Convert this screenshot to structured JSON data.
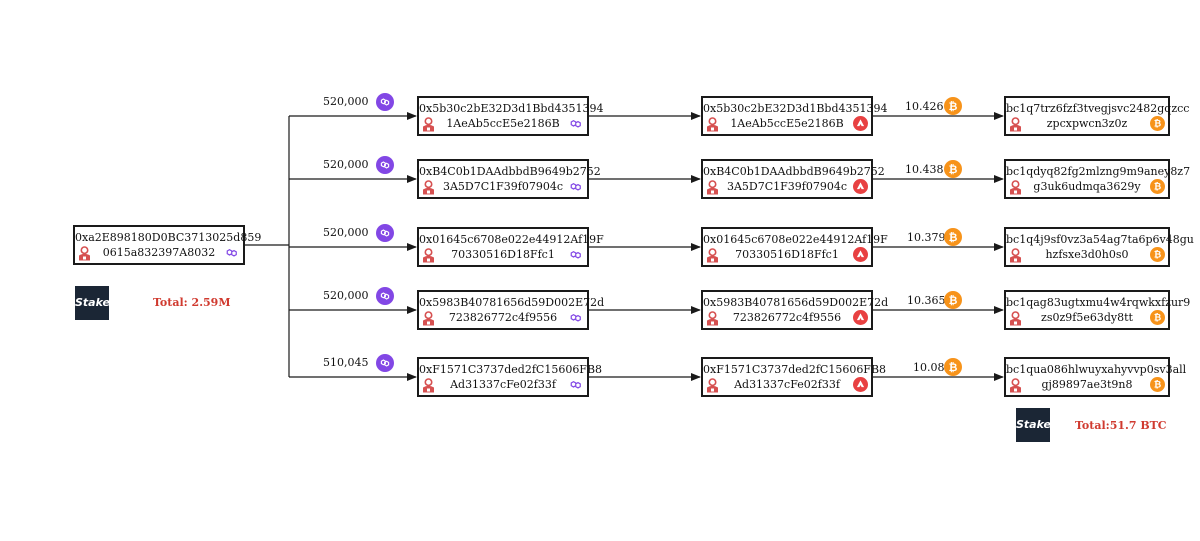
{
  "source": {
    "line1": "0xa2E898180D0BC3713025d859",
    "line2": "0615a832397A8032",
    "chain_icon": "polygon-icon",
    "flag_icon": "flagged-user-icon"
  },
  "source_total": "Total: 2.59M",
  "exchange_logo_text": "Stake",
  "btc_total": "Total:51.7 BTC",
  "branches": [
    {
      "amount_in": "520,000",
      "amount_in_icon": "polygon-icon",
      "poly_node": {
        "line1": "0x5b30c2bE32D3d1Bbd4351394",
        "line2": "1AeAb5ccE5e2186B"
      },
      "avax_node": {
        "line1": "0x5b30c2bE32D3d1Bbd4351394",
        "line2": "1AeAb5ccE5e2186B"
      },
      "amount_out": "10.426",
      "amount_out_icon": "bitcoin-icon",
      "btc_node": {
        "line1": "bc1q7trz6fzf3tvegjsvc2482gqzcc",
        "line2": "zpcxpwcn3z0z"
      }
    },
    {
      "amount_in": "520,000",
      "amount_in_icon": "polygon-icon",
      "poly_node": {
        "line1": "0xB4C0b1DAAdbbdB9649b2752",
        "line2": "3A5D7C1F39f07904c"
      },
      "avax_node": {
        "line1": "0xB4C0b1DAAdbbdB9649b2752",
        "line2": "3A5D7C1F39f07904c"
      },
      "amount_out": "10.438",
      "amount_out_icon": "bitcoin-icon",
      "btc_node": {
        "line1": "bc1qdyq82fg2mlzng9m9aney8z7",
        "line2": "g3uk6udmqa3629y"
      }
    },
    {
      "amount_in": "520,000",
      "amount_in_icon": "polygon-icon",
      "poly_node": {
        "line1": "0x01645c6708e022e44912Af19F",
        "line2": "70330516D18Ffc1"
      },
      "avax_node": {
        "line1": "0x01645c6708e022e44912Af19F",
        "line2": "70330516D18Ffc1"
      },
      "amount_out": "10.379",
      "amount_out_icon": "bitcoin-icon",
      "btc_node": {
        "line1": "bc1q4j9sf0vz3a54ag7ta6p6v48gu",
        "line2": "hzfsxe3d0h0s0"
      }
    },
    {
      "amount_in": "520,000",
      "amount_in_icon": "polygon-icon",
      "poly_node": {
        "line1": "0x5983B40781656d59D002E72d",
        "line2": "723826772c4f9556"
      },
      "avax_node": {
        "line1": "0x5983B40781656d59D002E72d",
        "line2": "723826772c4f9556"
      },
      "amount_out": "10.365",
      "amount_out_icon": "bitcoin-icon",
      "btc_node": {
        "line1": "bc1qag83ugtxmu4w4rqwkxfzur9",
        "line2": "zs0z9f5e63dy8tt"
      }
    },
    {
      "amount_in": "510,045",
      "amount_in_icon": "polygon-icon",
      "poly_node": {
        "line1": "0xF1571C3737ded2fC15606FB8",
        "line2": "Ad31337cFe02f33f"
      },
      "avax_node": {
        "line1": "0xF1571C3737ded2fC15606FB8",
        "line2": "Ad31337cFe02f33f"
      },
      "amount_out": "10.08",
      "amount_out_icon": "bitcoin-icon",
      "btc_node": {
        "line1": "bc1qua086hlwuyxahyvvp0sv3all",
        "line2": "gj89897ae3t9n8"
      }
    }
  ],
  "colors": {
    "polygon": "#8247e5",
    "avalanche": "#e84142",
    "bitcoin": "#f7931a",
    "flag": "#d65050",
    "total_text": "#d03a2f",
    "logo_bg": "#1b2635"
  }
}
